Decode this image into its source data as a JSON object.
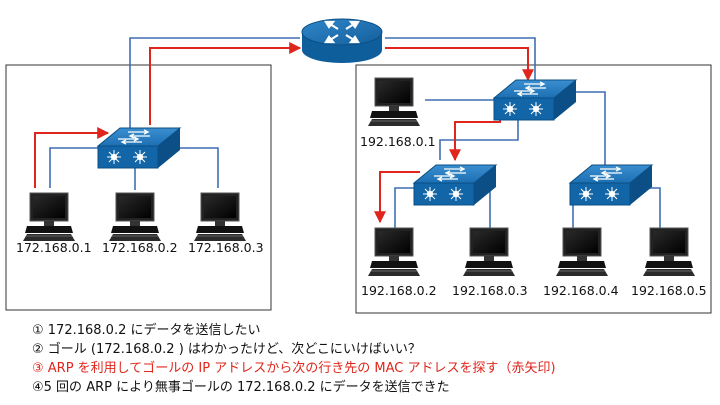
{
  "colors": {
    "link": "#3f6fb4",
    "arrow": "#e0261c",
    "device": "#0f5e9c"
  },
  "left_lan": {
    "hosts": [
      "172.168.0.1",
      "172.168.0.2",
      "172.168.0.3"
    ]
  },
  "right_lan": {
    "hosts": [
      "192.168.0.1",
      "192.168.0.2",
      "192.168.0.3",
      "192.168.0.4",
      "192.168.0.5"
    ]
  },
  "notes": [
    "① 172.168.0.2 にデータを送信したい",
    "② ゴール (172.168.0.2 ) はわかったけど、次どこにいけばいい？",
    "③ ARP を利用してゴールの IP アドレスから次の行き先の MAC アドレスを探す（赤矢印)",
    "④5 回の ARP により無事ゴールの 172.168.0.2 にデータを送信できた"
  ]
}
